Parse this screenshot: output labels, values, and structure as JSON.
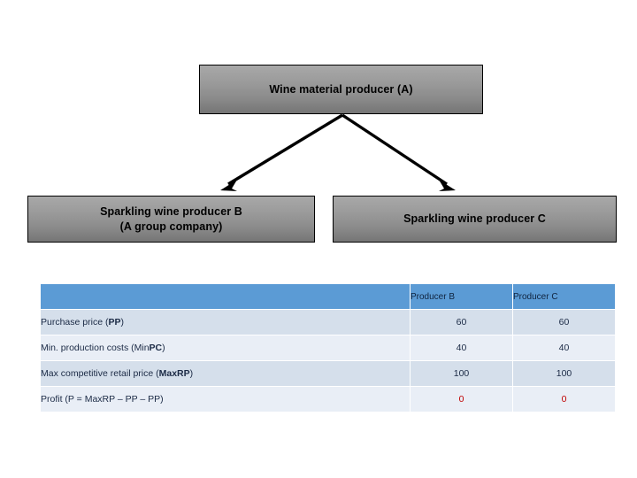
{
  "diagram": {
    "boxes": [
      {
        "id": "producer-a",
        "label": "Wine material producer (A)"
      },
      {
        "id": "producer-b",
        "label": "Sparkling wine producer  B\n(A group company)"
      },
      {
        "id": "producer-c",
        "label": "Sparkling wine producer C"
      }
    ],
    "arrows": [
      {
        "id": "arrow-a-to-b",
        "from": "producer-a",
        "to": "producer-b"
      },
      {
        "id": "arrow-a-to-c",
        "from": "producer-a",
        "to": "producer-c"
      }
    ],
    "colors": {
      "box_fill_top": "#a8a8a8",
      "box_fill_bottom": "#757575",
      "box_border": "#000000",
      "arrow": "#000000"
    }
  },
  "table": {
    "columns": [
      {
        "key": "label",
        "header": ""
      },
      {
        "key": "producer_b",
        "header": "Producer B"
      },
      {
        "key": "producer_c",
        "header": "Producer C"
      }
    ],
    "rows": [
      {
        "label_plain": "Purchase price (PP)",
        "label_prefix": "Purchase price (",
        "label_bold": "PP",
        "label_suffix": ")",
        "producer_b": "60",
        "producer_c": "60",
        "value_color": "#1b2a45"
      },
      {
        "label_plain": "Min. production costs (MinPC)",
        "label_prefix": "Min. production costs (Min",
        "label_bold": "PC",
        "label_suffix": ")",
        "producer_b": "40",
        "producer_c": "40",
        "value_color": "#1b2a45"
      },
      {
        "label_plain": "Max competitive retail price (MaxRP)",
        "label_prefix": "Max competitive retail price (",
        "label_bold": "MaxRP",
        "label_suffix": ")",
        "producer_b": "100",
        "producer_c": "100",
        "value_color": "#1b2a45"
      },
      {
        "label_plain": "Profit (P = MaxRP – PP – PP)",
        "label_prefix": "Profit (P = MaxRP – PP – PP)",
        "label_bold": "",
        "label_suffix": "",
        "producer_b": "0",
        "producer_c": "0",
        "value_color": "#c00000"
      }
    ],
    "colors": {
      "header_fill": "#5b9bd5",
      "row_odd_fill": "#d5dfeb",
      "row_even_fill": "#e9eef6",
      "text": "#1b2a45",
      "negative_text": "#c00000"
    }
  }
}
